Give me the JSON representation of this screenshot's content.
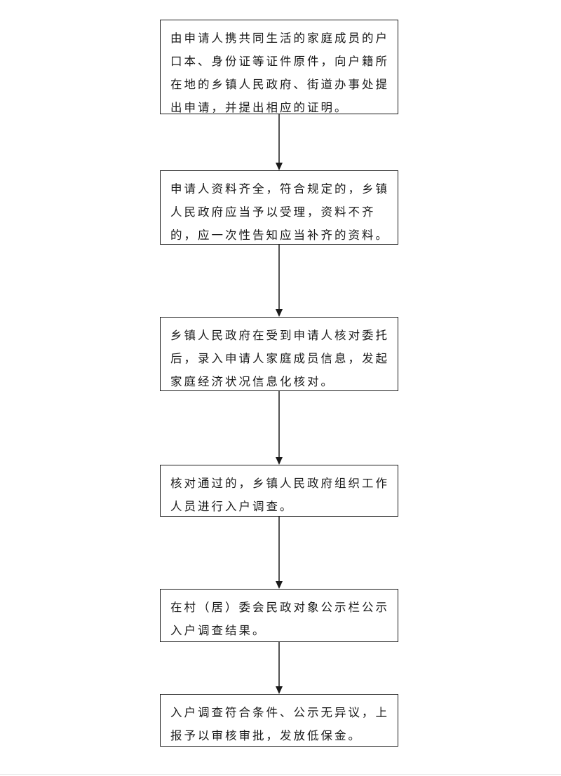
{
  "flowchart": {
    "steps": [
      {
        "text": "由申请人携共同生活的家庭成员的户口本、身份证等证件原件，向户籍所在地的乡镇人民政府、街道办事处提出申请，并提出相应的证明。"
      },
      {
        "text": "申请人资料齐全，符合规定的，乡镇人民政府应当予以受理，资料不齐的，应一次性告知应当补齐的资料。"
      },
      {
        "text": "乡镇人民政府在受到申请人核对委托后，录入申请人家庭成员信息，发起家庭经济状况信息化核对。"
      },
      {
        "text": "核对通过的，乡镇人民政府组织工作人员进行入户调查。"
      },
      {
        "text": "在村（居）委会民政对象公示栏公示入户调查结果。"
      },
      {
        "text": "入户调查符合条件、公示无异议，上报予以审核审批，发放低保金。"
      }
    ],
    "colors": {
      "line": "#1a1a1a",
      "text": "#1a1a1a",
      "background": "#ffffff"
    }
  }
}
